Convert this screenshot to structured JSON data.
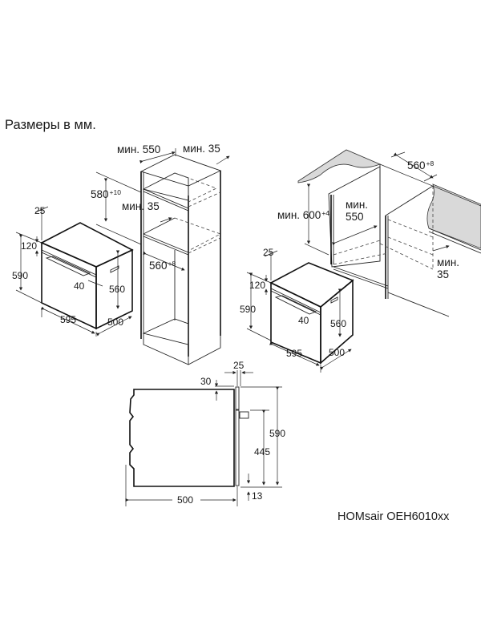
{
  "title": "Размеры в мм.",
  "model": "HOMsair OEH6010xx",
  "oven_front_view_left": {
    "depth_front_panel": "25",
    "control_panel_height": "120",
    "height_total": "590",
    "handle_offset": "40",
    "body_height": "560",
    "width": "595",
    "depth": "500"
  },
  "tall_cabinet_install": {
    "min_depth": "мин. 550",
    "min_back_gap": "мин. 35",
    "niche_height": "580",
    "niche_height_tol": "+10",
    "min_shelf_gap": "мин. 35",
    "niche_width": "560",
    "niche_width_tol": "+8"
  },
  "undercounter_install": {
    "niche_width": "560",
    "niche_width_tol": "+8",
    "min_height_prefix": "мин. 600",
    "min_height_tol": "+4",
    "min_depth_line1": "мин.",
    "min_depth_line2": "550",
    "min_back_gap_line1": "мин.",
    "min_back_gap_line2": "35"
  },
  "oven_front_view_right": {
    "depth_front_panel": "25",
    "control_panel_height": "120",
    "height_total": "590",
    "handle_offset": "40",
    "body_height": "560",
    "width": "595",
    "depth": "500"
  },
  "side_view": {
    "front_thickness": "25",
    "top_offset": "30",
    "height_total": "590",
    "handle_height": "445",
    "bottom_offset": "13",
    "depth": "500"
  }
}
